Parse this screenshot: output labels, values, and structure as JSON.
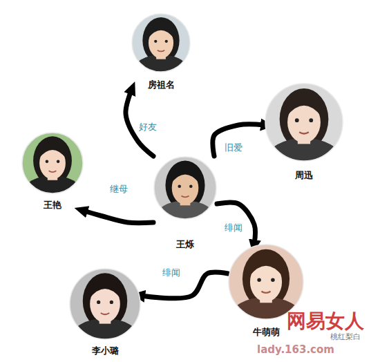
{
  "diagram": {
    "nodes": [
      {
        "text": [
          "房祖名"
        ]
      },
      {
        "text": [
          "周迅"
        ]
      },
      {
        "text": [
          "王艳"
        ]
      },
      {
        "text": [
          "王烁"
        ]
      },
      {
        "text": [
          "牛萌萌"
        ]
      },
      {
        "text": [
          "李小璐"
        ]
      }
    ],
    "edges": [
      {
        "from": 3,
        "to": 0,
        "label": "好友",
        "arrow": "to"
      },
      {
        "from": 3,
        "to": 1,
        "label": "旧爱",
        "arrow": "to"
      },
      {
        "from": 3,
        "to": 2,
        "label": "继母",
        "arrow": "to"
      },
      {
        "from": 3,
        "to": 4,
        "label": "绯闻",
        "arrow": "to"
      },
      {
        "from": 4,
        "to": 5,
        "label": "绯闻",
        "arrow": "to"
      }
    ],
    "labels": [
      "网易女人",
      "lady.163.com",
      "桃红梨白"
    ]
  }
}
